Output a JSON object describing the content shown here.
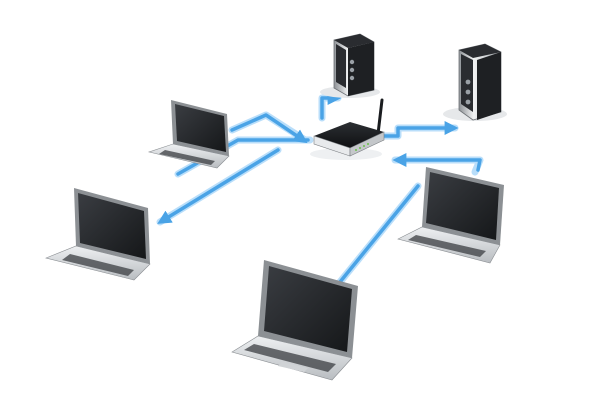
{
  "scene": {
    "background": "#ffffff",
    "link_color": "#4aa3e6",
    "link_highlight": "#b9defa",
    "device_body": "#d9dcdf",
    "device_dark": "#1c1e21",
    "screen_color": "#2a2c30"
  },
  "devices": [
    {
      "type": "router",
      "icon": "wifi-router-icon"
    },
    {
      "type": "server",
      "icon": "server-tower-icon"
    },
    {
      "type": "server",
      "icon": "server-tower-icon"
    },
    {
      "type": "laptop",
      "icon": "laptop-icon"
    },
    {
      "type": "laptop",
      "icon": "laptop-icon"
    },
    {
      "type": "laptop",
      "icon": "laptop-icon"
    },
    {
      "type": "laptop",
      "icon": "laptop-icon"
    }
  ]
}
